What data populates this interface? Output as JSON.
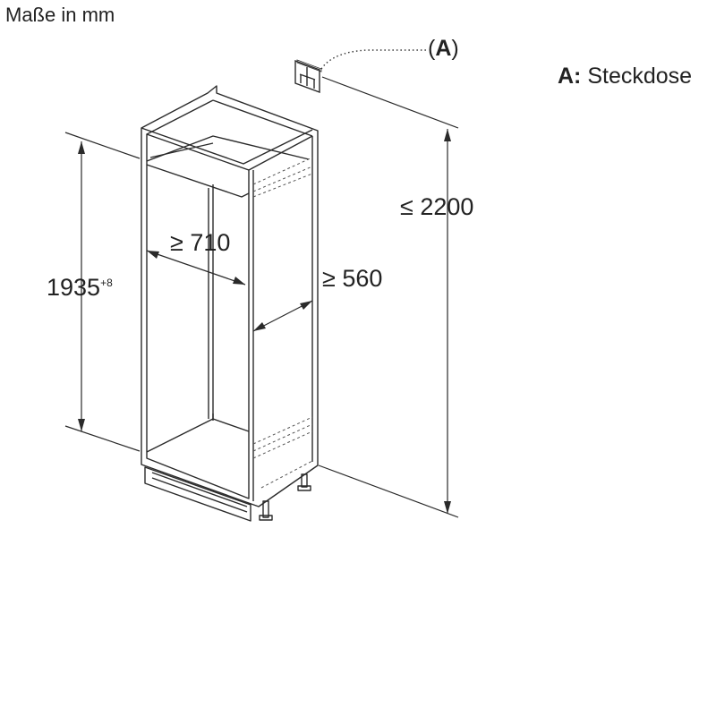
{
  "title": "Maße in mm",
  "legend": {
    "key": "A:",
    "text": "Steckdose"
  },
  "callout": {
    "open": "(",
    "key": "A",
    "close": ")"
  },
  "dimensions": {
    "niche_height": {
      "value": "1935",
      "tolerance": "+8"
    },
    "niche_width": "≥ 710",
    "niche_depth": "≥ 560",
    "socket_height": "≤ 2200"
  }
}
